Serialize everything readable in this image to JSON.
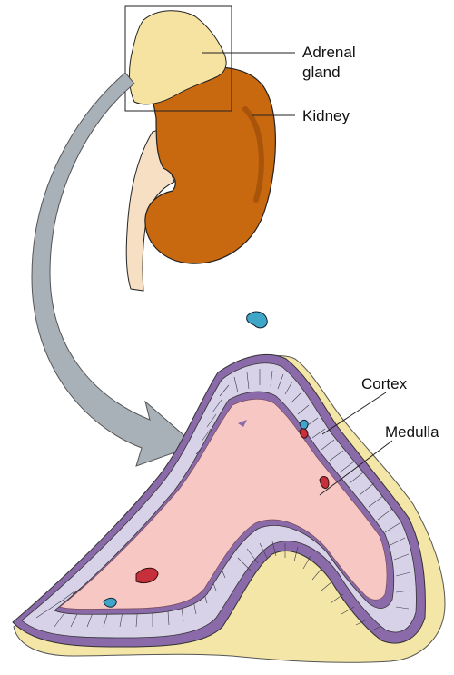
{
  "labels": {
    "adrenal_line1": "Adrenal",
    "adrenal_line2": "gland",
    "kidney": "Kidney",
    "cortex": "Cortex",
    "medulla": "Medulla"
  },
  "colors": {
    "adrenal": "#f7e3a1",
    "kidney": "#c9690f",
    "kidney_dark": "#a8540b",
    "ureter": "#f7dfc4",
    "arrow": "#a9b1b8",
    "fat": "#f4e6a6",
    "capsule": "#8a6aa8",
    "cortex": "#d8d2e8",
    "medulla": "#f6c7c3",
    "vein_blue": "#3fa6c8",
    "vein_red": "#c7303a"
  },
  "icons": [
    "adrenal-gland-shape",
    "kidney-shape",
    "curved-arrow",
    "adrenal-cross-section"
  ]
}
